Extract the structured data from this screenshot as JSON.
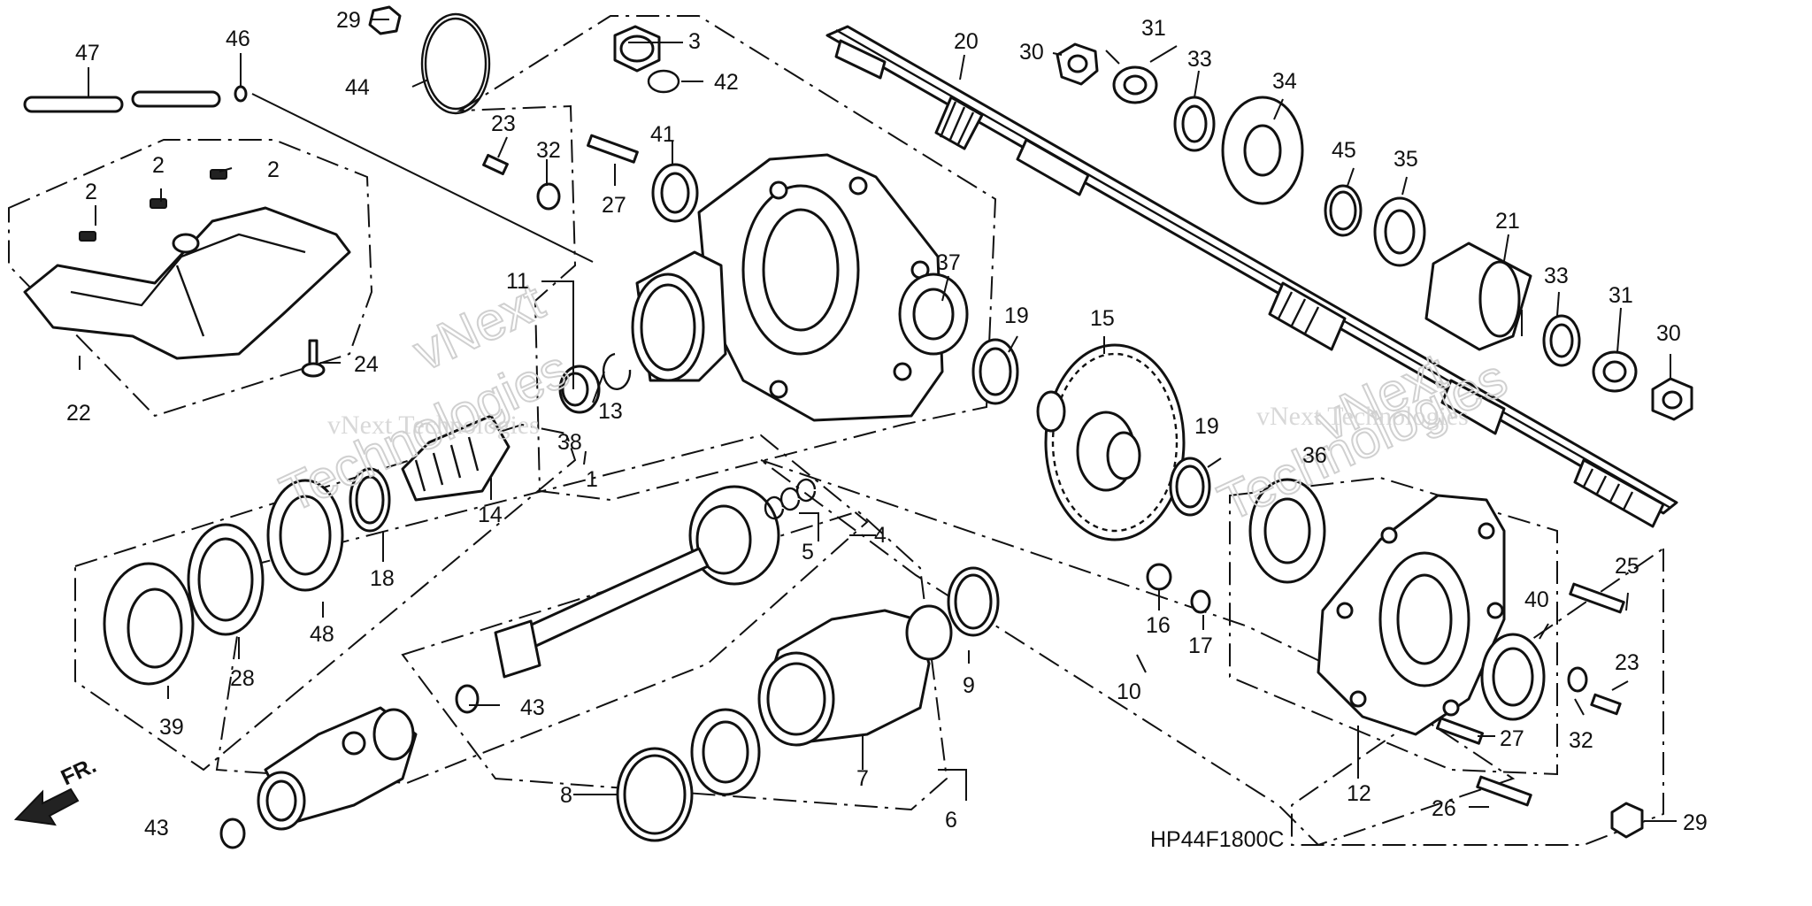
{
  "diagram_code": "HP44F1800C",
  "direction_label": "FR.",
  "watermarks": [
    "vNext",
    "vNext Technologies",
    "Technologies"
  ],
  "callouts": [
    "1",
    "2",
    "3",
    "4",
    "5",
    "6",
    "7",
    "8",
    "9",
    "10",
    "11",
    "12",
    "13",
    "14",
    "15",
    "16",
    "17",
    "18",
    "19",
    "20",
    "21",
    "22",
    "23",
    "24",
    "25",
    "26",
    "27",
    "28",
    "29",
    "30",
    "31",
    "32",
    "33",
    "34",
    "35",
    "36",
    "37",
    "38",
    "39",
    "40",
    "41",
    "42",
    "43",
    "44",
    "45",
    "46",
    "47",
    "48"
  ]
}
